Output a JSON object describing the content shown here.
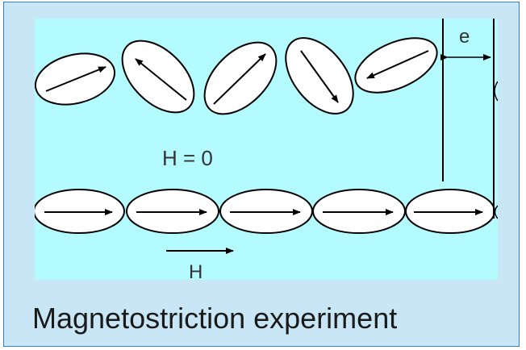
{
  "caption": "Magnetostriction experiment",
  "labels": {
    "field_zero": "H = 0",
    "field_applied": "H",
    "elongation": "e"
  },
  "colors": {
    "frame_bg": "#c8e6f5",
    "frame_border": "#3a7fc0",
    "diagram_bg": "#b4fbff",
    "domain_fill": "#ffffff",
    "stroke": "#000000"
  },
  "domains": {
    "top_row_count": 5,
    "bottom_row_count": 5
  }
}
